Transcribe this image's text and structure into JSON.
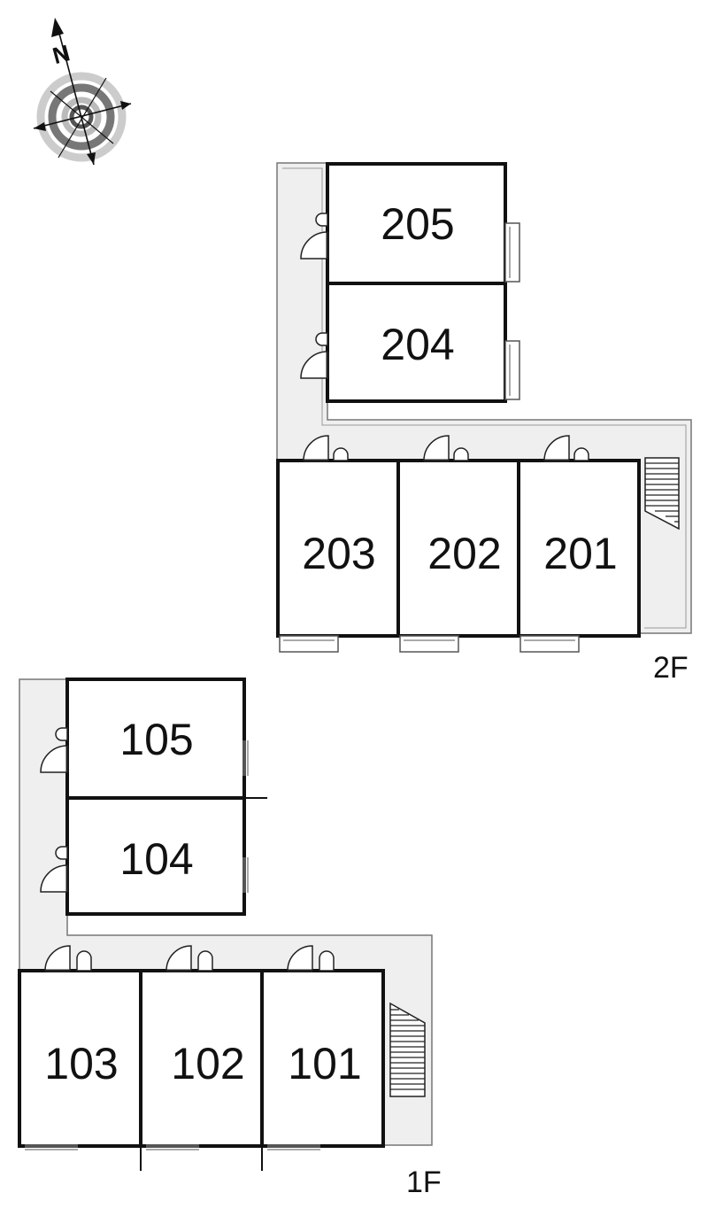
{
  "compass": {
    "label": "N"
  },
  "colors": {
    "walkway": "#efefef",
    "wall": "#111111",
    "outline": "#777777"
  },
  "floor2": {
    "label": "2F",
    "units": [
      {
        "id": "205",
        "label": "205"
      },
      {
        "id": "204",
        "label": "204"
      },
      {
        "id": "203",
        "label": "203"
      },
      {
        "id": "202",
        "label": "202"
      },
      {
        "id": "201",
        "label": "201"
      }
    ]
  },
  "floor1": {
    "label": "1F",
    "units": [
      {
        "id": "105",
        "label": "105"
      },
      {
        "id": "104",
        "label": "104"
      },
      {
        "id": "103",
        "label": "103"
      },
      {
        "id": "102",
        "label": "102"
      },
      {
        "id": "101",
        "label": "101"
      }
    ]
  }
}
